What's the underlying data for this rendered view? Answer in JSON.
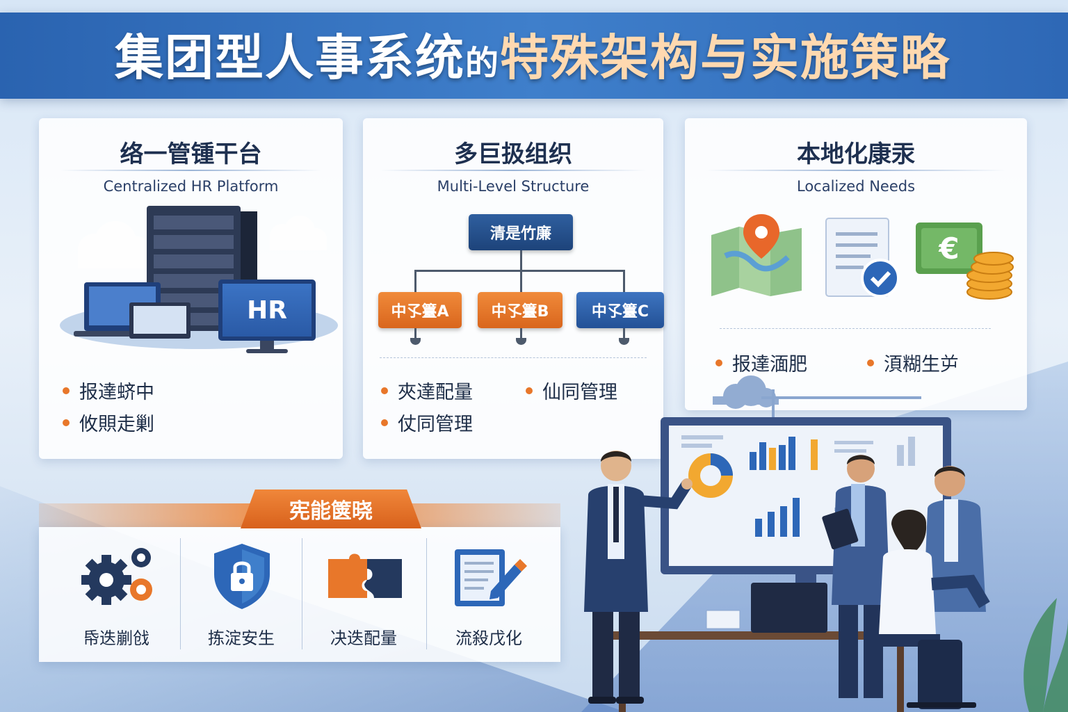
{
  "header": {
    "title_part1": "集团型人事系统",
    "title_part2": "的",
    "title_part3": "特殊架构与实施策略"
  },
  "cards": [
    {
      "title": "络一管锺干台",
      "subtitle": "Centralized HR Platform",
      "screen_label": "HR",
      "bullets": [
        "报達蛴中",
        "攸賏走剿"
      ]
    },
    {
      "title": "多巨扱组织",
      "subtitle": "Multi-Level Structure",
      "org_top": "清是竹廉",
      "org_children": [
        "中孓籉A",
        "中孓籉B",
        "中孓籉C"
      ],
      "bullets": [
        "夾達配量",
        "仙同管理",
        "仗同管理"
      ]
    },
    {
      "title": "本地化康汞",
      "subtitle": "Localized Needs",
      "bullets": [
        "报達湎肥",
        "湏糊生屰"
      ]
    }
  ],
  "strategy": {
    "title": "宪能箧晓",
    "items": [
      {
        "label": "帋迭剻戗",
        "icon": "gears-icon"
      },
      {
        "label": "拣淀安生",
        "icon": "shield-lock-icon"
      },
      {
        "label": "决迭配量",
        "icon": "puzzle-icon"
      },
      {
        "label": "流殺戊化",
        "icon": "document-edit-icon"
      }
    ]
  },
  "colors": {
    "banner": "#2e68b6",
    "accent_orange": "#e8772a",
    "navy": "#1d437a",
    "text_dark": "#1e2e48"
  }
}
